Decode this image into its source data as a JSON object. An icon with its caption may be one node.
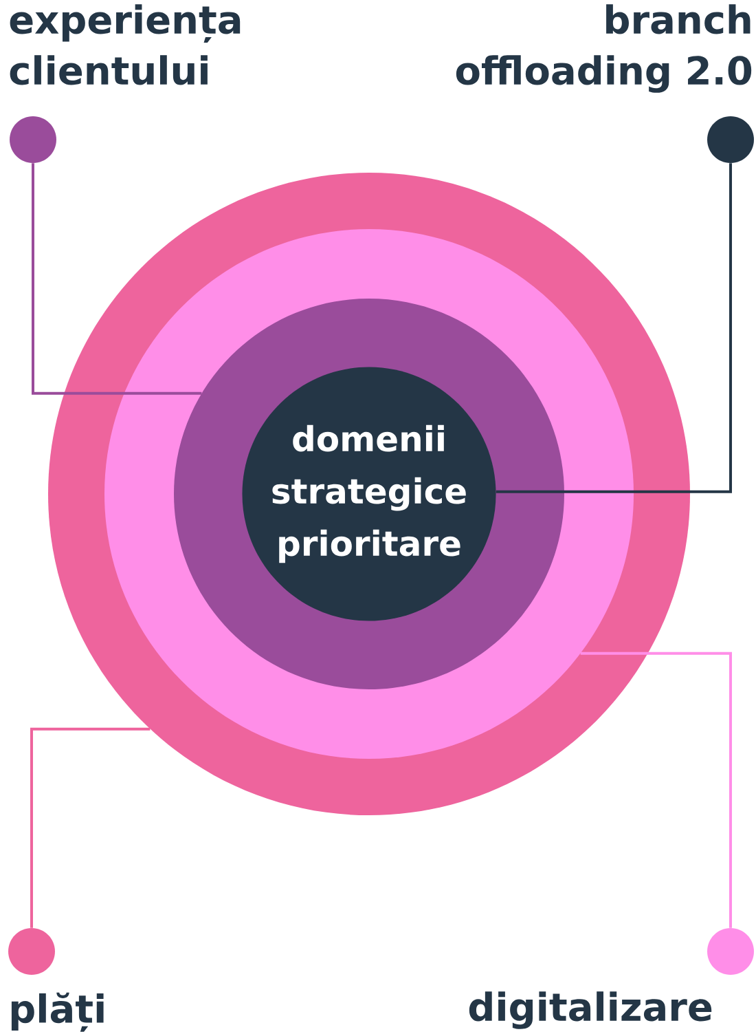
{
  "diagram": {
    "nodes": [
      {
        "text": [],
        "shape": "circle"
      },
      {
        "text": [],
        "shape": "circle",
        "in": 0
      },
      {
        "text": [],
        "shape": "circle",
        "in": 1
      },
      {
        "text": [
          "domenii strategice prioritare"
        ],
        "in": 2
      },
      {
        "text": [
          "experiența clientului"
        ]
      },
      {
        "text": [
          "branch offloading 2.0"
        ]
      },
      {
        "text": [
          "plăți"
        ]
      },
      {
        "text": [
          "digitalizare"
        ]
      }
    ],
    "edges": [
      {
        "from": 4,
        "to": 2,
        "arrow": "none",
        "color": "#9a4c9b"
      },
      {
        "from": 5,
        "to": 3,
        "arrow": "none",
        "color": "#243646"
      },
      {
        "from": 6,
        "to": 0,
        "arrow": "none",
        "color": "#ee649d"
      },
      {
        "from": 7,
        "to": 1,
        "arrow": "none",
        "color": "#ff8ee8"
      }
    ]
  }
}
